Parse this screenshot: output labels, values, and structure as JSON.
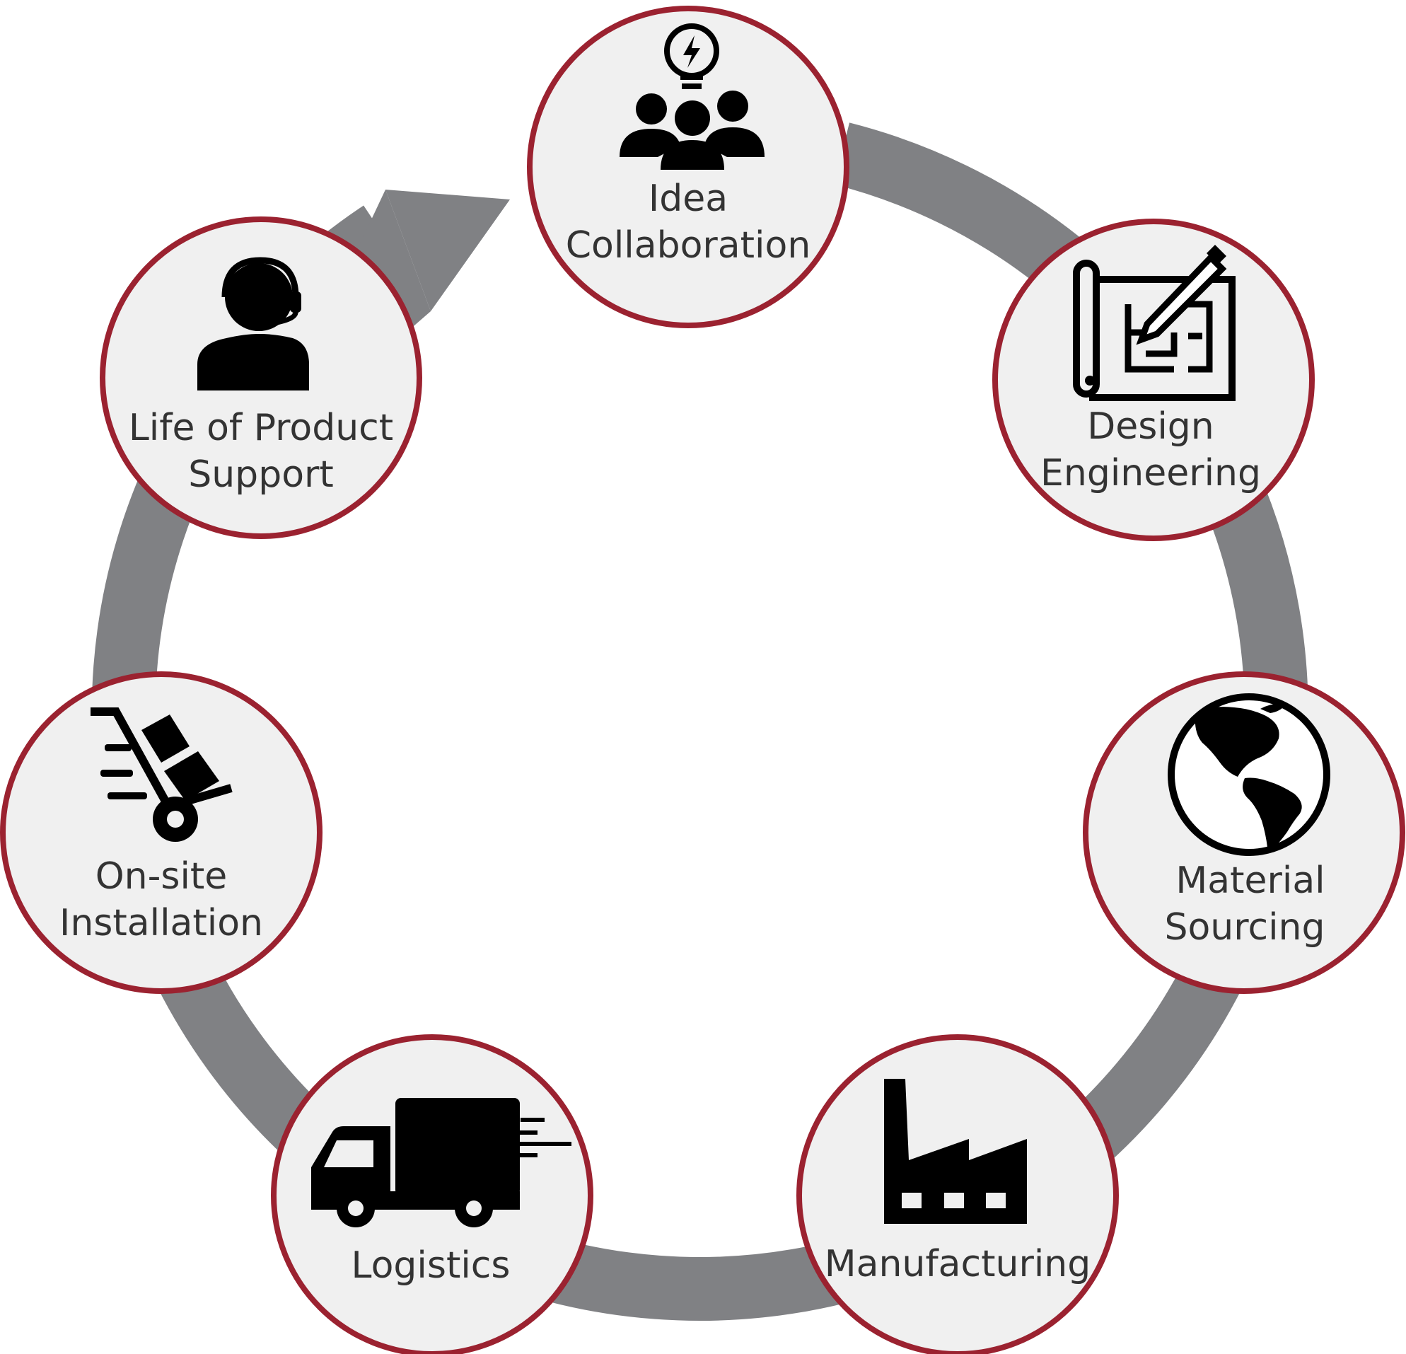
{
  "colors": {
    "ring": "#808184",
    "node_border": "#9b2230",
    "node_fill": "#f0f0f0",
    "label": "#333333",
    "icon": "#000000"
  },
  "cycle": {
    "direction": "clockwise",
    "nodes": [
      {
        "id": "idea-collaboration",
        "icon": "team-lightbulb-icon",
        "lines": [
          "Idea",
          "Collaboration"
        ]
      },
      {
        "id": "design-engineering",
        "icon": "blueprint-pencil-icon",
        "lines": [
          "Design",
          "Engineering"
        ]
      },
      {
        "id": "material-sourcing",
        "icon": "globe-icon",
        "lines": [
          "Material",
          "Sourcing"
        ]
      },
      {
        "id": "manufacturing",
        "icon": "factory-icon",
        "lines": [
          "Manufacturing"
        ]
      },
      {
        "id": "logistics",
        "icon": "truck-icon",
        "lines": [
          "Logistics"
        ]
      },
      {
        "id": "on-site-installation",
        "icon": "hand-truck-icon",
        "lines": [
          "On-site",
          "Installation"
        ]
      },
      {
        "id": "life-of-product-support",
        "icon": "support-headset-icon",
        "lines": [
          "Life of Product",
          "Support"
        ]
      }
    ]
  }
}
